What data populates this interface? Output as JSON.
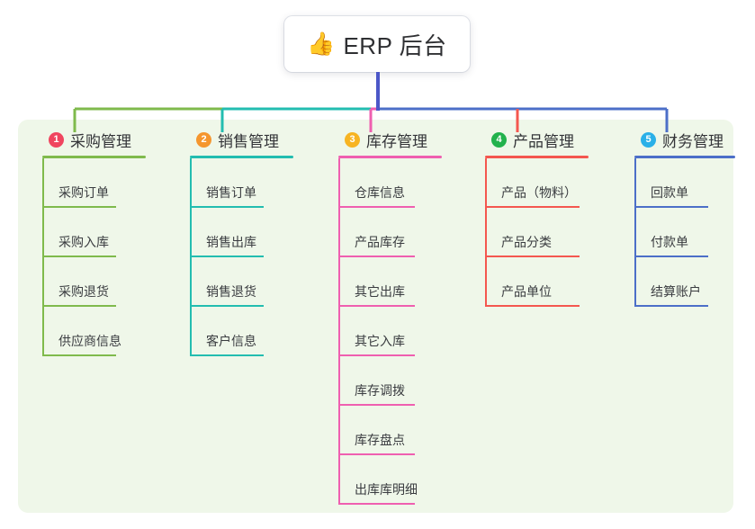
{
  "diagram": {
    "type": "mindmap-tree",
    "background_color": "#ffffff",
    "panel_color": "#eff7e9",
    "root": {
      "emoji": "👍",
      "emoji_name": "thumbs-up-emoji",
      "title": "ERP 后台",
      "connector_color": "#4c57c8"
    },
    "columns": [
      {
        "index": "1",
        "badge_color": "#f0455f",
        "line_color": "#7fba4c",
        "label": "采购管理",
        "head_rule_width": 115,
        "leaf_rule_width": 82,
        "items": [
          "采购订单",
          "采购入库",
          "采购退货",
          "供应商信息"
        ]
      },
      {
        "index": "2",
        "badge_color": "#f5962e",
        "line_color": "#23bdb0",
        "label": "销售管理",
        "head_rule_width": 115,
        "leaf_rule_width": 82,
        "items": [
          "销售订单",
          "销售出库",
          "销售退货",
          "客户信息"
        ]
      },
      {
        "index": "3",
        "badge_color": "#f7b422",
        "line_color": "#ef5fb0",
        "label": "库存管理",
        "head_rule_width": 115,
        "leaf_rule_width": 85,
        "items": [
          "仓库信息",
          "产品库存",
          "其它出库",
          "其它入库",
          "库存调拨",
          "库存盘点",
          "出库库明细"
        ]
      },
      {
        "index": "4",
        "badge_color": "#22b24c",
        "line_color": "#f4574f",
        "label": "产品管理",
        "head_rule_width": 115,
        "leaf_rule_width": 105,
        "items": [
          "产品（物料）",
          "产品分类",
          "产品单位"
        ]
      },
      {
        "index": "5",
        "badge_color": "#2ab0e8",
        "line_color": "#4c6fc8",
        "label": "财务管理",
        "head_rule_width": 112,
        "leaf_rule_width": 82,
        "items": [
          "回款单",
          "付款单",
          "结算账户"
        ]
      }
    ]
  }
}
